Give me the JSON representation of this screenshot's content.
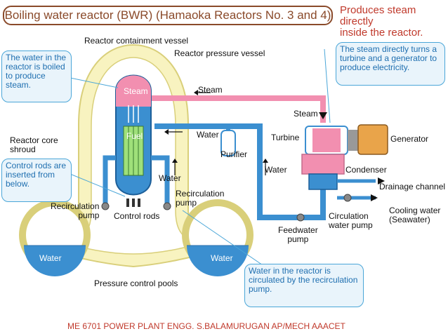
{
  "title": "Boiling water reactor (BWR) (Hamaoka Reactors No. 3 and 4)",
  "subtitle": "Produces steam directly\ninside the reactor.",
  "callouts": {
    "water_boiled": "The water in the\nreactor is boiled\nto produce\nsteam.",
    "control_rods": "Control rods are\ninserted from\nbelow.",
    "steam_turbine": "The steam directly turns a\nturbine and a generator to\nproduce electricity.",
    "recirculation": "Water in the reactor is\ncirculated by the recirculation\npump."
  },
  "labels": {
    "containment": "Reactor containment vessel",
    "pressure_vessel": "Reactor pressure vessel",
    "steam_inner": "Steam",
    "steam_pipe": "Steam",
    "steam_turbine": "Steam",
    "fuel": "Fuel",
    "core_shroud": "Reactor core\nshroud",
    "water_top": "Water",
    "purifier": "Purifier",
    "water_right": "Water",
    "water_inner": "Water",
    "recirc_pump_right": "Recirculation\npump",
    "recirc_pump_left": "Recirculation\npump",
    "control_rods": "Control rods",
    "turbine": "Turbine",
    "generator": "Generator",
    "condenser": "Condenser",
    "drainage": "Drainage channel",
    "cooling_water": "Cooling water\n(Seawater)",
    "circulation_pump": "Circulation\nwater pump",
    "feedwater_pump": "Feedwater\npump",
    "pool_left": "Water",
    "pool_right": "Water",
    "pressure_pools": "Pressure control pools"
  },
  "footer": "ME 6701   POWER PLANT ENGG.   S.BALAMURUGAN    AP/MECH   AAACET",
  "colors": {
    "steam": "#f28fb0",
    "water": "#3b8fd0",
    "containment": "#f8f3c0",
    "callout_border": "#4aa6d8",
    "title": "#8a4a2a",
    "subtitle": "#c0392b"
  }
}
